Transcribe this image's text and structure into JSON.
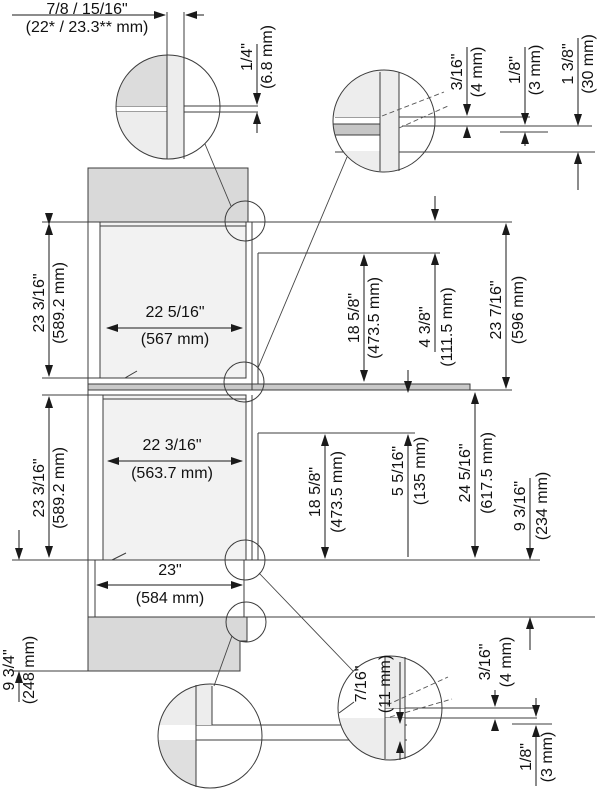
{
  "diagram_title": "built-in double oven installation cutout dimensions (side section)",
  "dims": {
    "top_width": {
      "in": "7/8 / 15/16\"",
      "mm": "(22* / 23.3** mm)"
    },
    "top_gap": {
      "in": "1/4\"",
      "mm": "(6.8 mm)"
    },
    "tr_gap_a": {
      "in": "3/16\"",
      "mm": "(4 mm)"
    },
    "tr_gap_b": {
      "in": "1/8\"",
      "mm": "(3 mm)"
    },
    "tr_depth": {
      "in": "1 3/8\"",
      "mm": "(30 mm)"
    },
    "left_upper": {
      "in": "23 3/16\"",
      "mm": "(589.2 mm)"
    },
    "left_lower": {
      "in": "23 3/16\"",
      "mm": "(589.2 mm)"
    },
    "upper_width": {
      "in": "22 5/16\"",
      "mm": "(567 mm)"
    },
    "lower_width": {
      "in": "22 3/16\"",
      "mm": "(563.7 mm)"
    },
    "plinth_width": {
      "in": "23\"",
      "mm": "(584 mm)"
    },
    "plinth_height": {
      "in": "9 3/4\"",
      "mm": "(248 mm)"
    },
    "upper_door": {
      "in": "18 5/8\"",
      "mm": "(473.5 mm)"
    },
    "upper_panel": {
      "in": "4 3/8\"",
      "mm": "(111.5 mm)"
    },
    "upper_total": {
      "in": "23 7/16\"",
      "mm": "(596 mm)"
    },
    "lower_door": {
      "in": "18 5/8\"",
      "mm": "(473.5 mm)"
    },
    "lower_panel": {
      "in": "5 5/16\"",
      "mm": "(135 mm)"
    },
    "lower_total": {
      "in": "24 5/16\"",
      "mm": "(617.5 mm)"
    },
    "lower_bottom": {
      "in": "9 3/16\"",
      "mm": "(234 mm)"
    },
    "bottom_gap": {
      "in": "7/16\"",
      "mm": "(11 mm)"
    },
    "br_gap_a": {
      "in": "3/16\"",
      "mm": "(4 mm)"
    },
    "br_gap_b": {
      "in": "1/8\"",
      "mm": "(3 mm)"
    }
  }
}
